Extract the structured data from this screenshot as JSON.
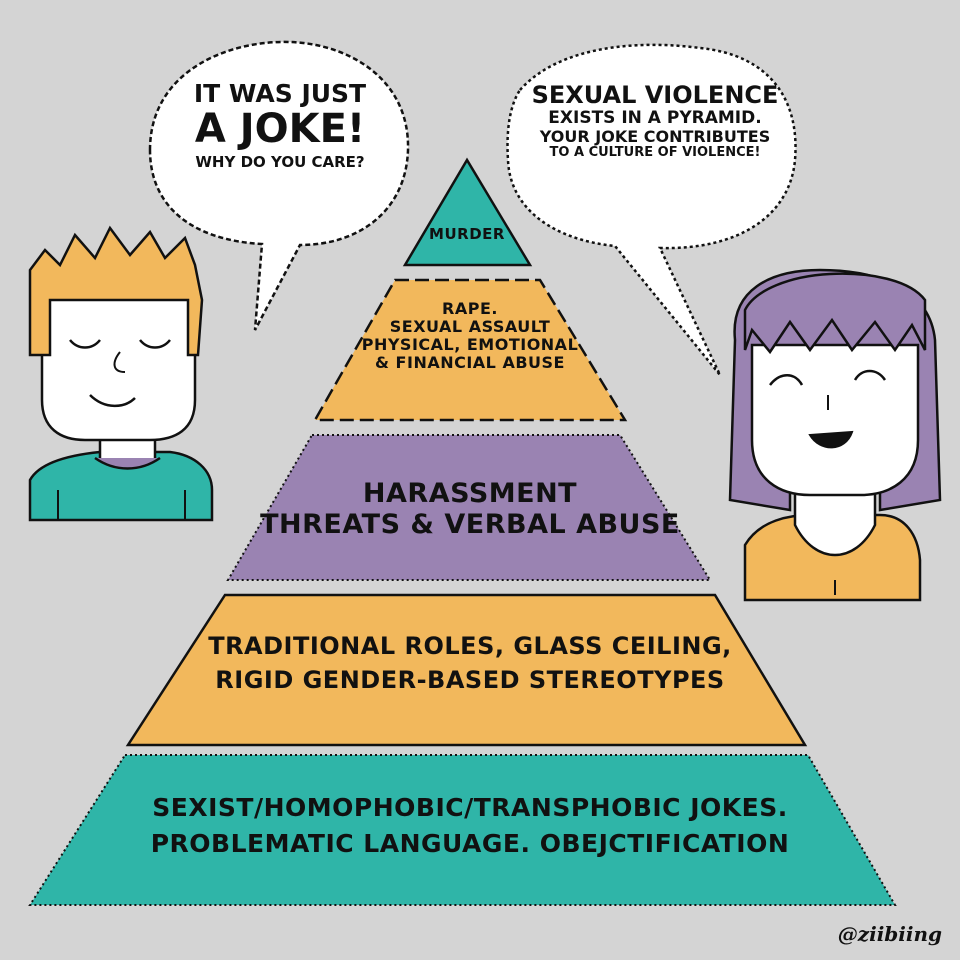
{
  "colors": {
    "background": "#d4d4d4",
    "teal": "#2fb5a8",
    "yellow": "#f2b85c",
    "purple": "#9a83b2",
    "ink": "#111111",
    "skin": "#ffffff",
    "boy_hair": "#f2b85c",
    "girl_hair": "#9a83b2"
  },
  "speech_left": {
    "line1": "IT WAS JUST",
    "line2": "A JOKE!",
    "line3": "WHY DO YOU CARE?"
  },
  "speech_right": {
    "line1": "SEXUAL VIOLENCE",
    "line2": "EXISTS IN A PYRAMID.",
    "line3": "YOUR JOKE CONTRIBUTES",
    "line4": "TO A CULTURE OF VIOLENCE!"
  },
  "pyramid": {
    "tier1": {
      "lines": [
        "MURDER"
      ]
    },
    "tier2": {
      "lines": [
        "RAPE.",
        "SEXUAL ASSAULT",
        "PHYSICAL, EMOTIONAL",
        "& FINANCIAL ABUSE"
      ]
    },
    "tier3": {
      "lines": [
        "HARASSMENT",
        "THREATS & VERBAL ABUSE"
      ]
    },
    "tier4": {
      "lines": [
        "TRADITIONAL ROLES, GLASS CEILING,",
        "RIGID GENDER-BASED STEREOTYPES"
      ]
    },
    "tier5": {
      "lines": [
        "SEXIST/HOMOPHOBIC/TRANSPHOBIC JOKES.",
        "PROBLEMATIC LANGUAGE. OBEJCTIFICATION"
      ]
    }
  },
  "characters": {
    "left_icon": "boy-character-icon",
    "right_icon": "girl-character-icon"
  },
  "credit": "@ziibiing"
}
